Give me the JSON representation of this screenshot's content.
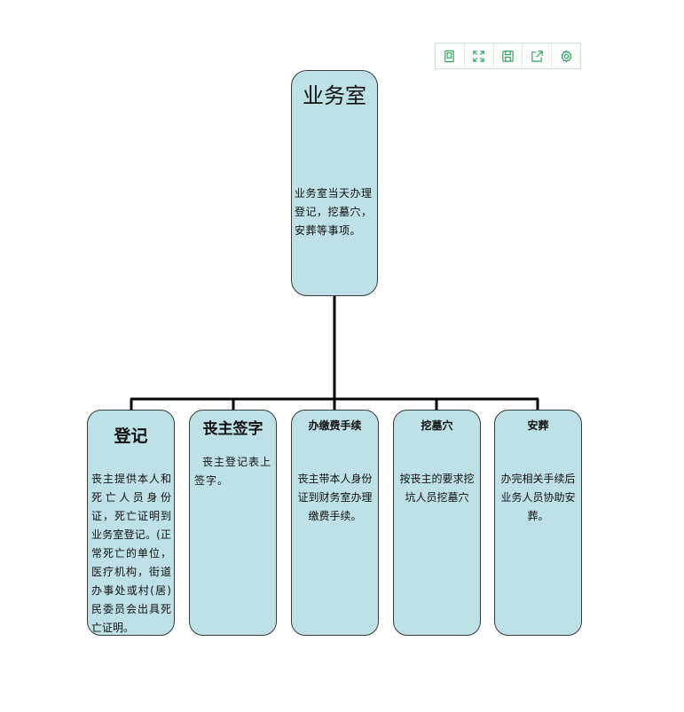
{
  "toolbar": {
    "icons": [
      "bookmark-icon",
      "fullscreen-icon",
      "save-icon",
      "share-icon",
      "settings-icon"
    ]
  },
  "colors": {
    "box_fill": "#bde1e5",
    "box_border": "#3a3a3a",
    "connector": "#000000",
    "toolbar_icon": "#2fa85f"
  },
  "org_chart": {
    "root": {
      "title": "业务室",
      "text": "业务室当天办理登记，挖墓穴，安葬等事项。"
    },
    "children": [
      {
        "title": "登记",
        "text": "丧主提供本人和死亡人员身份证，死亡证明到业务室登记。(正常死亡的单位，医疗机构，街道办事处或村(居)民委员会出具死亡证明。"
      },
      {
        "title": "丧主签字",
        "text": "丧主登记表上签字。"
      },
      {
        "title": "办缴费手续",
        "text": "丧主带本人身份证到财务室办理缴费手续。"
      },
      {
        "title": "挖墓穴",
        "text": "按丧主的要求挖坑人员挖墓穴"
      },
      {
        "title": "安葬",
        "text": "办完相关手续后业务人员协助安葬。"
      }
    ]
  }
}
